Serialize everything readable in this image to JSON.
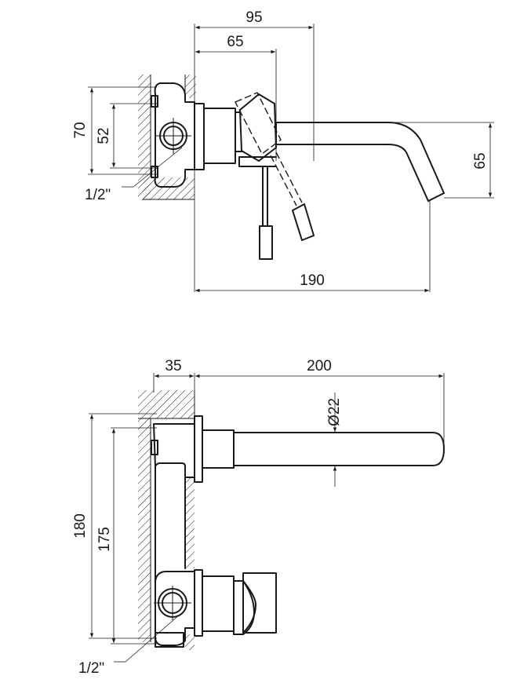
{
  "top_view": {
    "dims": {
      "overall_depth": "95",
      "lever_offset": "65",
      "spout_reach": "190",
      "plate_height": "70",
      "body_height": "52",
      "spout_drop": "65",
      "inlet": "1/2\""
    }
  },
  "bottom_view": {
    "dims": {
      "wall_depth": "35",
      "spout_length": "200",
      "spout_diameter": "Ø22",
      "overall_height": "180",
      "center_distance": "175",
      "inlet": "1/2\""
    }
  }
}
